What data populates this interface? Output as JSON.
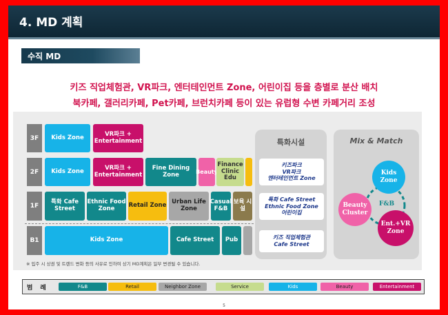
{
  "header": {
    "title": "4. MD 계획"
  },
  "section": {
    "label": "수직 MD"
  },
  "headline": {
    "line1": "키즈 직업체험관, VR파크, 엔터테인먼트 Zone, 어린이집 등을 층별로 분산 배치",
    "line2": "북카페, 갤러리카페, Pet카페, 브런치카페 등이 있는 유럽형 수변 카페거리 조성"
  },
  "floors": [
    "3F",
    "2F",
    "1F",
    "B1"
  ],
  "zones": {
    "f3_kids": "Kids Zone",
    "f3_vr": "VR파크 + Entertainment",
    "f2_kids": "Kids Zone",
    "f2_vr": "VR파크 + Entertainment",
    "f2_fine": "Fine Dining Zone",
    "f2_beauty": "Beauty",
    "f2_finance": "Finance Clinic Edu",
    "f1_cafe": "특화 Cafe Street",
    "f1_ethnic": "Ethnic Food Zone",
    "f1_retail": "Retail Zone",
    "f1_urban": "Urban Life Zone",
    "f1_casual": "Casual F&B",
    "f1_care": "보육 시설",
    "b1_kids": "Kids Zone",
    "b1_cafe": "Cafe Street",
    "b1_pub": "Pub"
  },
  "special": {
    "title": "특화시설",
    "box1": "키즈파크\nVR파크\n엔터테인먼트 Zone",
    "box2": "특화 Cafe Street\nEthnic Food Zone\n어린이집",
    "box3": "키즈 직업체험관\nCafe Street"
  },
  "mix": {
    "title": "Mix & Match",
    "kids": "Kids Zone",
    "beauty": "Beauty Cluster",
    "ent": "Ent.+VR Zone",
    "center": "F&B"
  },
  "note": "※ 입주 시 상권 및 트렌드 변화 등의 사유로 인하여 상기 MD계획은 일부 변경될 수 있습니다.",
  "legend": {
    "label": "범 례",
    "items": [
      "F&B",
      "Retail",
      "Neighbor Zone",
      "Service",
      "Kids",
      "Beauty",
      "Entertainment"
    ]
  },
  "page_number": "5",
  "colors": {
    "kids": "#17b3e8",
    "entertainment": "#c8106a",
    "fb": "#12888b",
    "beauty": "#f062a8",
    "retail": "#f6bd0f",
    "neighbor": "#a7a7a7",
    "service": "#c6dc8e",
    "headline": "#d1124e"
  }
}
